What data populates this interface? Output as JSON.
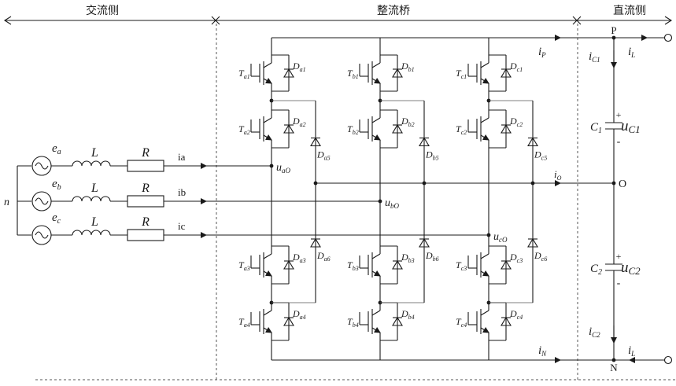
{
  "sections": {
    "ac": "交流侧",
    "bridge": "整流桥",
    "dc": "直流侧"
  },
  "sources": [
    {
      "e_main": "e",
      "e_sub": "a",
      "L": "L",
      "R": "R",
      "current": "ia"
    },
    {
      "e_main": "e",
      "e_sub": "b",
      "L": "L",
      "R": "R",
      "current": "ib"
    },
    {
      "e_main": "e",
      "e_sub": "c",
      "L": "L",
      "R": "R",
      "current": "ic"
    }
  ],
  "neutral": "n",
  "legs": [
    {
      "T": [
        "a1",
        "a2",
        "a3",
        "a4"
      ],
      "D": [
        "a1",
        "a2",
        "a3",
        "a4"
      ],
      "clamp": [
        "a5",
        "a6"
      ],
      "u_main": "u",
      "u_sub": "aO"
    },
    {
      "T": [
        "b1",
        "b2",
        "b3",
        "b4"
      ],
      "D": [
        "b1",
        "b2",
        "b3",
        "b4"
      ],
      "clamp": [
        "b5",
        "b6"
      ],
      "u_main": "u",
      "u_sub": "bO"
    },
    {
      "T": [
        "c1",
        "c2",
        "c3",
        "c4"
      ],
      "D": [
        "c1",
        "c2",
        "c3",
        "c4"
      ],
      "clamp": [
        "c5",
        "c6"
      ],
      "u_main": "u",
      "u_sub": "cO"
    }
  ],
  "dc": {
    "P": "P",
    "O": "O",
    "N": "N",
    "iP": {
      "main": "i",
      "sub": "P"
    },
    "iO": {
      "main": "i",
      "sub": "O"
    },
    "iN": {
      "main": "i",
      "sub": "N"
    },
    "iC1": {
      "main": "i",
      "sub": "C1"
    },
    "iC2": {
      "main": "i",
      "sub": "C2"
    },
    "iL_top": {
      "main": "i",
      "sub": "L"
    },
    "iL_bot": {
      "main": "i",
      "sub": "L"
    },
    "C1": {
      "main": "C",
      "sub": "1"
    },
    "C2": {
      "main": "C",
      "sub": "2"
    },
    "uC1": {
      "main": "u",
      "sub": "C1"
    },
    "uC2": {
      "main": "u",
      "sub": "C2"
    },
    "plus": "+",
    "minus": "-"
  },
  "T_letter": "T",
  "D_letter": "D"
}
